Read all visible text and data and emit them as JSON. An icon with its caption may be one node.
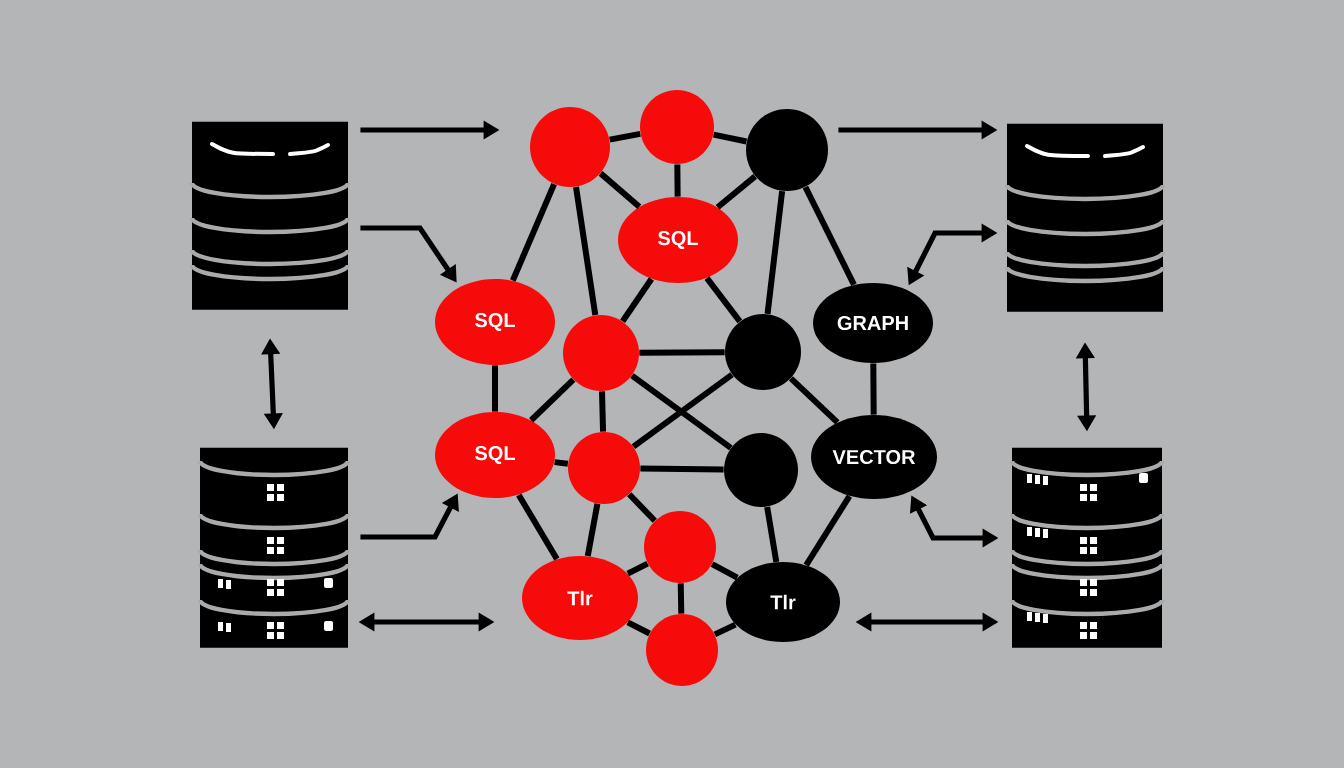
{
  "diagram": {
    "nodes": [
      {
        "text": [],
        "shape": "cylinder"
      },
      {
        "text": [],
        "shape": "cylinder"
      },
      {
        "text": [],
        "shape": "cylinder"
      },
      {
        "text": [],
        "shape": "cylinder"
      },
      {
        "text": [],
        "shape": "circle"
      },
      {
        "text": [],
        "shape": "circle"
      },
      {
        "text": [],
        "shape": "circle"
      },
      {
        "text": [
          "SQL"
        ]
      },
      {
        "text": [
          "SQL"
        ]
      },
      {
        "text": [],
        "shape": "circle"
      },
      {
        "text": [],
        "shape": "circle"
      },
      {
        "text": [
          "GRAPH"
        ]
      },
      {
        "text": [
          "SQL"
        ]
      },
      {
        "text": [],
        "shape": "circle"
      },
      {
        "text": [],
        "shape": "circle"
      },
      {
        "text": [
          "VECTOR"
        ]
      },
      {
        "text": [],
        "shape": "circle"
      },
      {
        "text": [
          "Tlr"
        ]
      },
      {
        "text": [
          "Tlr"
        ]
      },
      {
        "text": [],
        "shape": "circle"
      }
    ],
    "edges": [
      {
        "from": 0,
        "to": 4,
        "arrow": "to"
      },
      {
        "from": 0,
        "to": 8,
        "arrow": "to"
      },
      {
        "from": 0,
        "to": 1,
        "arrow": "both"
      },
      {
        "from": 1,
        "to": 12,
        "arrow": "to"
      },
      {
        "from": 1,
        "to": 17,
        "arrow": "both"
      },
      {
        "from": 6,
        "to": 2,
        "arrow": "to"
      },
      {
        "from": 2,
        "to": 11,
        "arrow": "both"
      },
      {
        "from": 2,
        "to": 3,
        "arrow": "both"
      },
      {
        "from": 3,
        "to": 15,
        "arrow": "both"
      },
      {
        "from": 18,
        "to": 3,
        "arrow": "both"
      },
      {
        "from": 4,
        "to": 5,
        "arrow": "none"
      },
      {
        "from": 5,
        "to": 6,
        "arrow": "none"
      },
      {
        "from": 4,
        "to": 7,
        "arrow": "none"
      },
      {
        "from": 5,
        "to": 7,
        "arrow": "none"
      },
      {
        "from": 6,
        "to": 7,
        "arrow": "none"
      },
      {
        "from": 4,
        "to": 8,
        "arrow": "none"
      },
      {
        "from": 4,
        "to": 9,
        "arrow": "none"
      },
      {
        "from": 6,
        "to": 10,
        "arrow": "none"
      },
      {
        "from": 6,
        "to": 11,
        "arrow": "none"
      },
      {
        "from": 7,
        "to": 9,
        "arrow": "none"
      },
      {
        "from": 7,
        "to": 10,
        "arrow": "none"
      },
      {
        "from": 8,
        "to": 12,
        "arrow": "none"
      },
      {
        "from": 9,
        "to": 10,
        "arrow": "none"
      },
      {
        "from": 9,
        "to": 12,
        "arrow": "none"
      },
      {
        "from": 9,
        "to": 13,
        "arrow": "none"
      },
      {
        "from": 9,
        "to": 14,
        "arrow": "none"
      },
      {
        "from": 10,
        "to": 13,
        "arrow": "none"
      },
      {
        "from": 10,
        "to": 15,
        "arrow": "none"
      },
      {
        "from": 11,
        "to": 15,
        "arrow": "none"
      },
      {
        "from": 12,
        "to": 13,
        "arrow": "none"
      },
      {
        "from": 12,
        "to": 17,
        "arrow": "none"
      },
      {
        "from": 13,
        "to": 17,
        "arrow": "none"
      },
      {
        "from": 13,
        "to": 16,
        "arrow": "none"
      },
      {
        "from": 13,
        "to": 14,
        "arrow": "none"
      },
      {
        "from": 14,
        "to": 18,
        "arrow": "none"
      },
      {
        "from": 15,
        "to": 18,
        "arrow": "none"
      },
      {
        "from": 16,
        "to": 17,
        "arrow": "none"
      },
      {
        "from": 16,
        "to": 19,
        "arrow": "none"
      },
      {
        "from": 16,
        "to": 18,
        "arrow": "none"
      },
      {
        "from": 17,
        "to": 19,
        "arrow": "none"
      },
      {
        "from": 19,
        "to": 18,
        "arrow": "none"
      }
    ]
  }
}
